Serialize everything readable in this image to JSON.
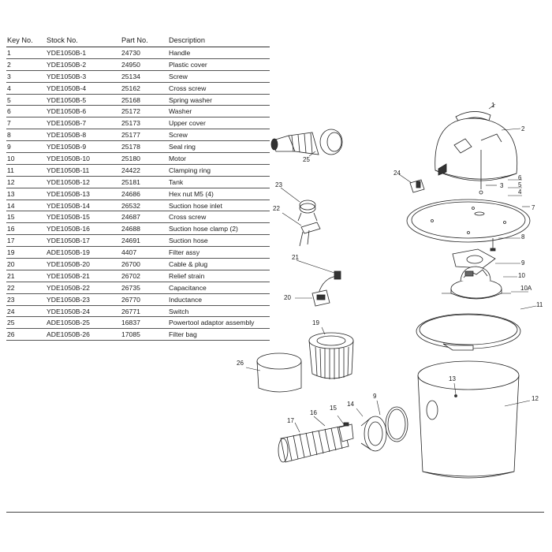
{
  "table": {
    "headers": {
      "key": "Key No.",
      "stock": "Stock No.",
      "part": "Part No.",
      "desc": "Description"
    },
    "rows": [
      {
        "key": "1",
        "stock": "YDE1050B-1",
        "part": "24730",
        "desc": "Handle"
      },
      {
        "key": "2",
        "stock": "YDE1050B-2",
        "part": "24950",
        "desc": "Plastic cover"
      },
      {
        "key": "3",
        "stock": "YDE1050B-3",
        "part": "25134",
        "desc": "Screw"
      },
      {
        "key": "4",
        "stock": "YDE1050B-4",
        "part": "25162",
        "desc": "Cross screw"
      },
      {
        "key": "5",
        "stock": "YDE1050B-5",
        "part": "25168",
        "desc": "Spring washer"
      },
      {
        "key": "6",
        "stock": "YDE1050B-6",
        "part": "25172",
        "desc": "Washer"
      },
      {
        "key": "7",
        "stock": "YDE1050B-7",
        "part": "25173",
        "desc": "Upper cover"
      },
      {
        "key": "8",
        "stock": "YDE1050B-8",
        "part": "25177",
        "desc": "Screw"
      },
      {
        "key": "9",
        "stock": "YDE1050B-9",
        "part": "25178",
        "desc": "Seal ring"
      },
      {
        "key": "10",
        "stock": "YDE1050B-10",
        "part": "25180",
        "desc": "Motor"
      },
      {
        "key": "11",
        "stock": "YDE1050B-11",
        "part": "24422",
        "desc": "Clamping ring"
      },
      {
        "key": "12",
        "stock": "YDE1050B-12",
        "part": "25181",
        "desc": "Tank"
      },
      {
        "key": "13",
        "stock": "YDE1050B-13",
        "part": "24686",
        "desc": "Hex nut M5 (4)"
      },
      {
        "key": "14",
        "stock": "YDE1050B-14",
        "part": "26532",
        "desc": "Suction hose inlet"
      },
      {
        "key": "15",
        "stock": "YDE1050B-15",
        "part": "24687",
        "desc": "Cross screw"
      },
      {
        "key": "16",
        "stock": "YDE1050B-16",
        "part": "24688",
        "desc": "Suction hose clamp (2)"
      },
      {
        "key": "17",
        "stock": "YDE1050B-17",
        "part": "24691",
        "desc": "Suction hose"
      },
      {
        "key": "19",
        "stock": "ADE1050B-19",
        "part": "4407",
        "desc": "Filter assy"
      },
      {
        "key": "20",
        "stock": "YDE1050B-20",
        "part": "26700",
        "desc": "Cable & plug"
      },
      {
        "key": "21",
        "stock": "YDE1050B-21",
        "part": "26702",
        "desc": "Relief strain"
      },
      {
        "key": "22",
        "stock": "YDE1050B-22",
        "part": "26735",
        "desc": "Capacitance"
      },
      {
        "key": "23",
        "stock": "YDE1050B-23",
        "part": "26770",
        "desc": "Inductance"
      },
      {
        "key": "24",
        "stock": "YDE1050B-24",
        "part": "26771",
        "desc": "Switch"
      },
      {
        "key": "25",
        "stock": "ADE1050B-25",
        "part": "16837",
        "desc": "Powertool adaptor assembly"
      },
      {
        "key": "26",
        "stock": "ADE1050B-26",
        "part": "17085",
        "desc": "Filter bag"
      }
    ]
  },
  "callouts": {
    "c1": "1",
    "c2": "2",
    "c3": "3",
    "c4": "4",
    "c5": "5",
    "c6": "6",
    "c7": "7",
    "c8": "8",
    "c9": "9",
    "c9b": "9",
    "c10": "10",
    "c10a": "10A",
    "c11": "11",
    "c12": "12",
    "c13": "13",
    "c14": "14",
    "c15": "15",
    "c16": "16",
    "c17": "17",
    "c19": "19",
    "c20": "20",
    "c21": "21",
    "c22": "22",
    "c23": "23",
    "c24": "24",
    "c25": "25",
    "c26": "26"
  }
}
